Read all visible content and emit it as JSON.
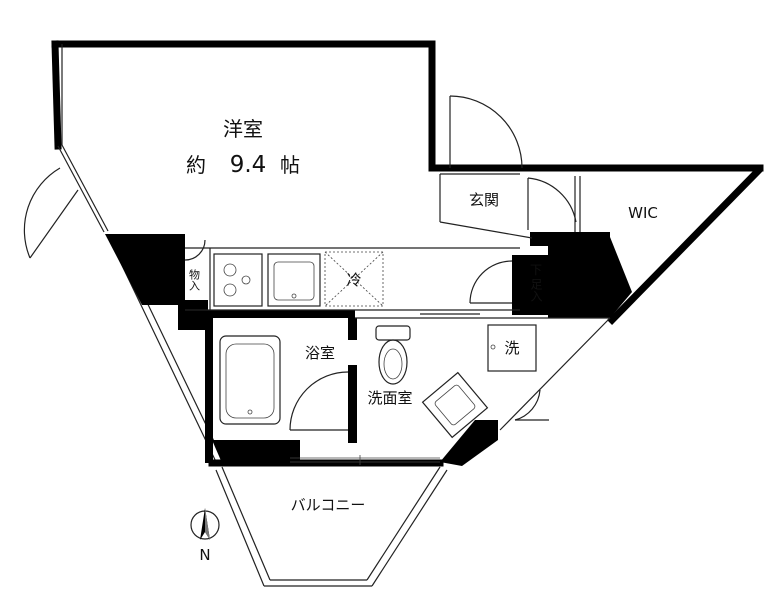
{
  "rooms": {
    "western_room": {
      "name": "洋室",
      "size_prefix": "約",
      "size_value": "9.4",
      "size_unit": "帖"
    },
    "entrance": {
      "name": "玄関"
    },
    "wic": {
      "name": "WIC"
    },
    "bathroom": {
      "name": "浴室"
    },
    "washroom": {
      "name": "洗面室"
    },
    "balcony": {
      "name": "バルコニー"
    }
  },
  "fixtures": {
    "refrigerator": "冷",
    "washer": "洗",
    "storage_left": "物入",
    "shoe_box_top": "下",
    "shoe_box_bottom": "足入"
  },
  "compass": {
    "north_label": "N"
  }
}
